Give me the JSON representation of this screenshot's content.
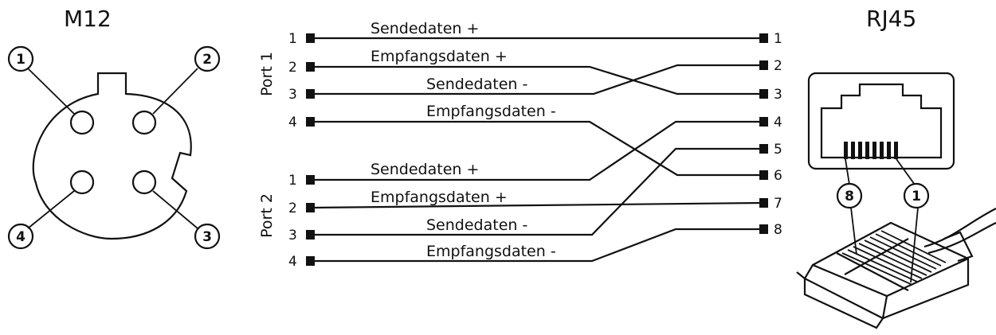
{
  "m12": {
    "title": "M12",
    "pins": [
      "1",
      "2",
      "3",
      "4"
    ]
  },
  "rj45": {
    "title": "RJ45",
    "callouts": [
      "8",
      "1"
    ]
  },
  "ports": {
    "port1": "Port 1",
    "port2": "Port 2"
  },
  "left_pins": [
    "1",
    "2",
    "3",
    "4"
  ],
  "right_pins": [
    "1",
    "2",
    "3",
    "4",
    "5",
    "6",
    "7",
    "8"
  ],
  "wires": [
    {
      "port": 1,
      "from": "1",
      "to": "1",
      "label": "Sendedaten +"
    },
    {
      "port": 1,
      "from": "2",
      "to": "3",
      "label": "Empfangsdaten +"
    },
    {
      "port": 1,
      "from": "3",
      "to": "2",
      "label": "Sendedaten -"
    },
    {
      "port": 1,
      "from": "4",
      "to": "6",
      "label": "Empfangsdaten -"
    },
    {
      "port": 2,
      "from": "1",
      "to": "4",
      "label": "Sendedaten +"
    },
    {
      "port": 2,
      "from": "2",
      "to": "7",
      "label": "Empfangsdaten +"
    },
    {
      "port": 2,
      "from": "3",
      "to": "5",
      "label": "Sendedaten -"
    },
    {
      "port": 2,
      "from": "4",
      "to": "8",
      "label": "Empfangsdaten -"
    }
  ]
}
